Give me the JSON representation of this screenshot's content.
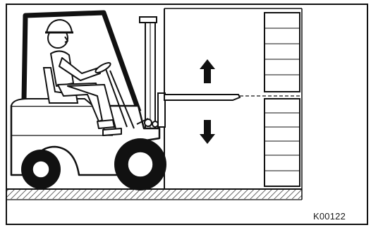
{
  "figure": {
    "code": "K00122"
  },
  "illustration": {
    "subject": "forklift-with-operator",
    "motion": [
      "up",
      "down"
    ],
    "stroke_color": "#111111",
    "fill_color": "#ffffff",
    "icons": [
      "up-arrow-icon",
      "down-arrow-icon",
      "hard-hat-icon"
    ]
  }
}
